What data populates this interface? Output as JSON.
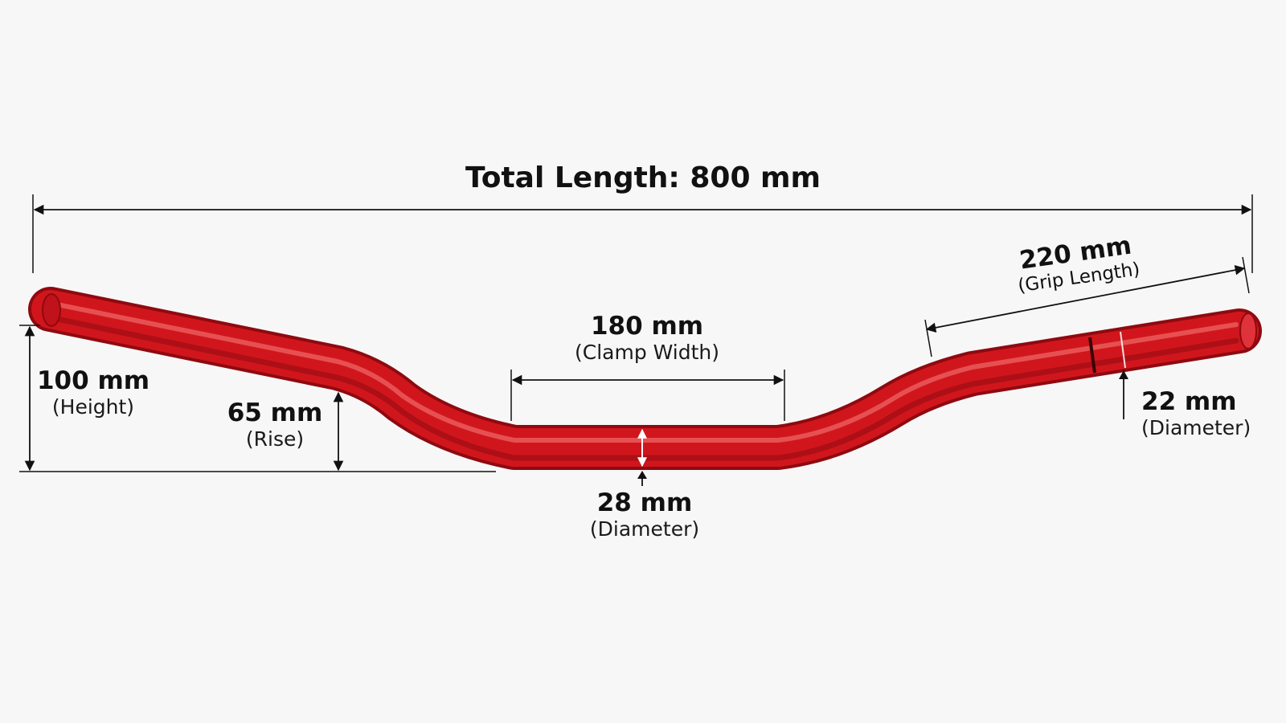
{
  "title": "Total Length: 800 mm",
  "dimensions": {
    "height": {
      "value": "100 mm",
      "label": "(Height)"
    },
    "rise": {
      "value": "65 mm",
      "label": "(Rise)"
    },
    "clamp_width": {
      "value": "180 mm",
      "label": "(Clamp Width)"
    },
    "clamp_diameter": {
      "value": "28 mm",
      "label": "(Diameter)"
    },
    "grip_length": {
      "value": "220 mm",
      "label": "(Grip Length)"
    },
    "grip_diameter": {
      "value": "22 mm",
      "label": "(Diameter)"
    }
  },
  "colors": {
    "bar": "#d0161c",
    "bar_dark": "#8e0a10",
    "bar_highlight": "#f06a6a",
    "line": "#111111",
    "background": "#f7f7f7"
  }
}
